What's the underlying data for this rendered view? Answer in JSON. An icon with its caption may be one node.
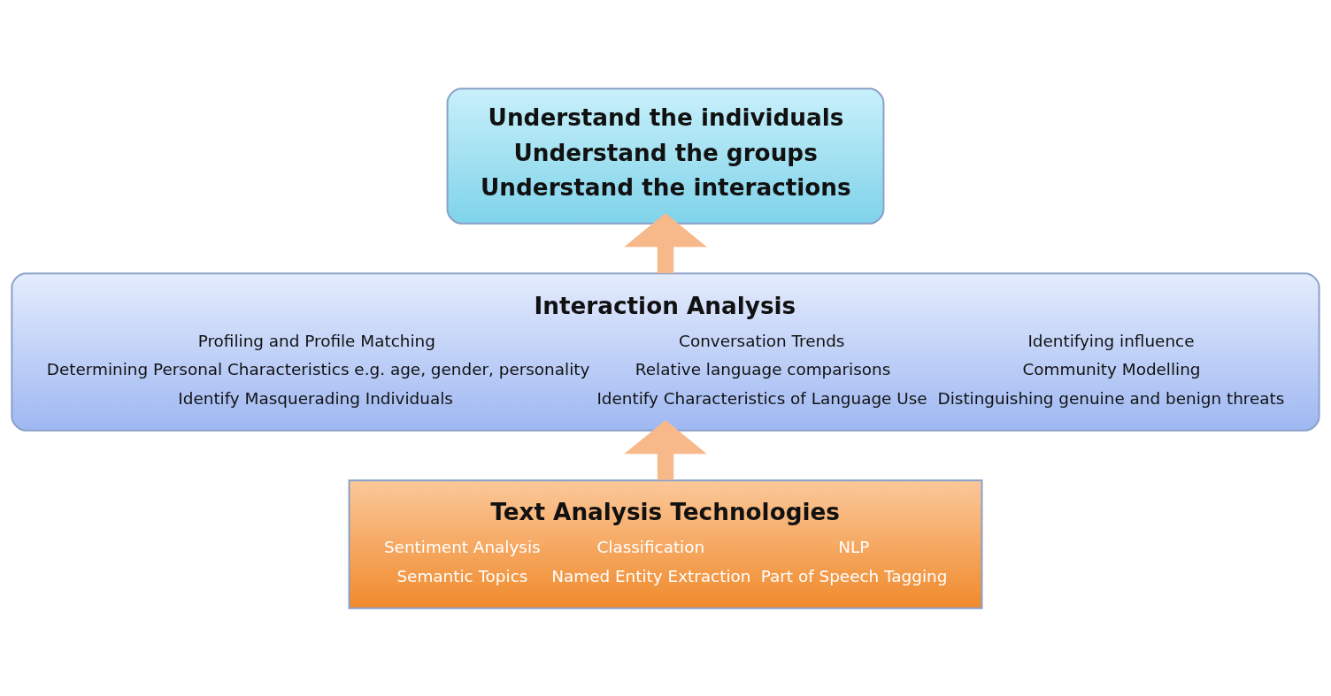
{
  "diagram": {
    "nodes": [
      {
        "text": [
          "Understand the individuals",
          "Understand the groups",
          "Understand the interactions"
        ]
      },
      {
        "text": [
          "Interaction Analysis",
          "Profiling and Profile Matching",
          "Conversation Trends",
          "Identifying influence",
          "Determining Personal Characteristics e.g. age, gender, personality",
          "Relative language comparisons",
          "Community Modelling",
          "Identify Masquerading Individuals",
          "Identify Characteristics of Language Use",
          "Distinguishing genuine and benign threats"
        ]
      },
      {
        "text": [
          "Text Analysis Technologies",
          "Sentiment Analysis",
          "Classification",
          "NLP",
          "Semantic Topics",
          "Named Entity Extraction",
          "Part of Speech Tagging"
        ]
      }
    ],
    "edges": [
      {
        "from": 2,
        "to": 1,
        "arrow": "to"
      },
      {
        "from": 1,
        "to": 0,
        "arrow": "to"
      }
    ]
  }
}
